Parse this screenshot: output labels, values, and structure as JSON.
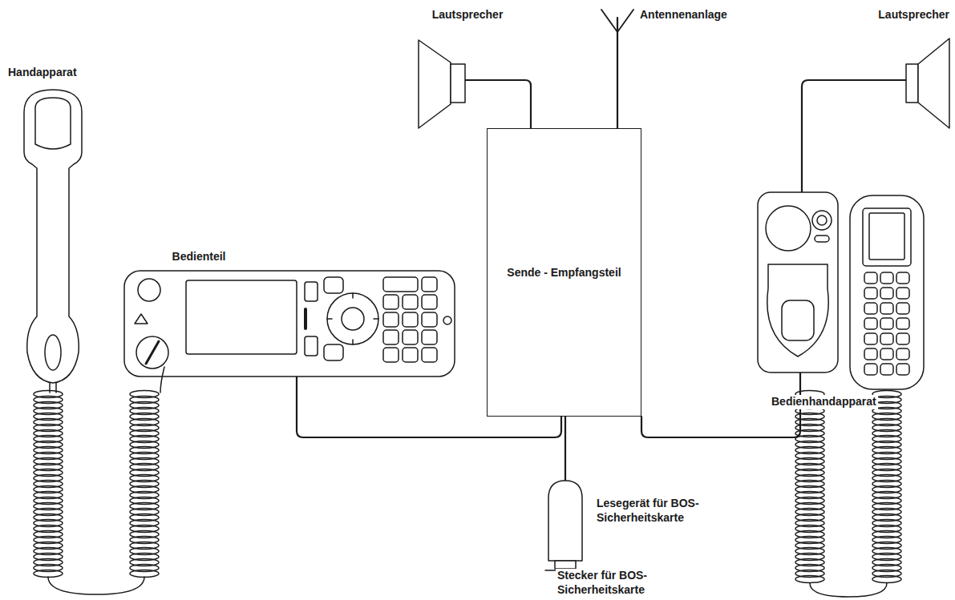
{
  "diagram": {
    "nodes": [
      {
        "text": [
          "Sende - Empfangsteil"
        ]
      }
    ],
    "labels": [
      "Lautsprecher",
      "Antennenanlage",
      "Lautsprecher",
      "Handapparat",
      "Bedienteil",
      "Bedienhandapparat",
      "Lesegerät für BOS-Sicherheitskarte",
      "Stecker für BOS-Sicherheitskarte"
    ]
  }
}
